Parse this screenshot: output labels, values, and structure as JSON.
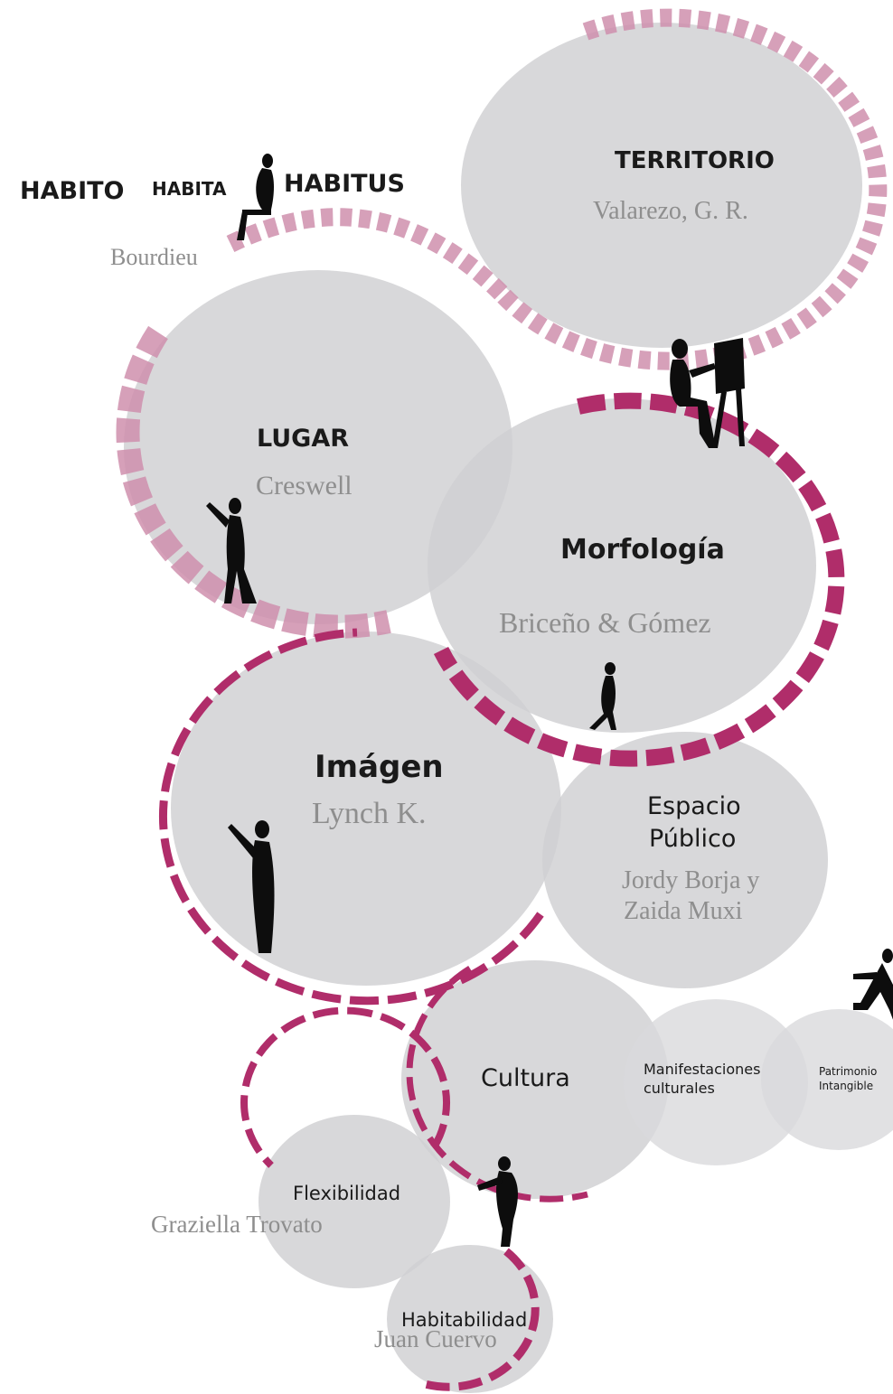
{
  "colors": {
    "circle": "#cfd0d2",
    "ring_light": "#cf8fad",
    "ring_dark": "#b02d6a",
    "concept_text": "#1a1a1a",
    "author_text": "#8e8e8e",
    "figures": "#0d0d0d"
  },
  "header": {
    "habito": "HABITO",
    "habita": "HABITA",
    "habitus": "HABITUS",
    "author": "Bourdieu"
  },
  "nodes": {
    "territorio": {
      "label": "TERRITORIO",
      "author": "Valarezo, G. R."
    },
    "lugar": {
      "label": "LUGAR",
      "author": "Creswell"
    },
    "morfologia": {
      "label": "Morfología",
      "author": "Briceño & Gómez"
    },
    "imagen": {
      "label": "Imágen",
      "author": "Lynch K."
    },
    "espacio_publico": {
      "label_line1": "Espacio",
      "label_line2": "Público",
      "author_line1": "Jordy Borja y",
      "author_line2": "Zaida Muxi"
    },
    "cultura": {
      "label": "Cultura"
    },
    "manifestaciones": {
      "label_line1": "Manifestaciones",
      "label_line2": "culturales"
    },
    "patrimonio": {
      "label_line1": "Patrimonio",
      "label_line2": "Intangible"
    },
    "flexibilidad": {
      "label": "Flexibilidad",
      "author": "Graziella Trovato"
    },
    "habitabilidad": {
      "label": "Habitabilidad",
      "author": "Juan Cuervo"
    }
  }
}
